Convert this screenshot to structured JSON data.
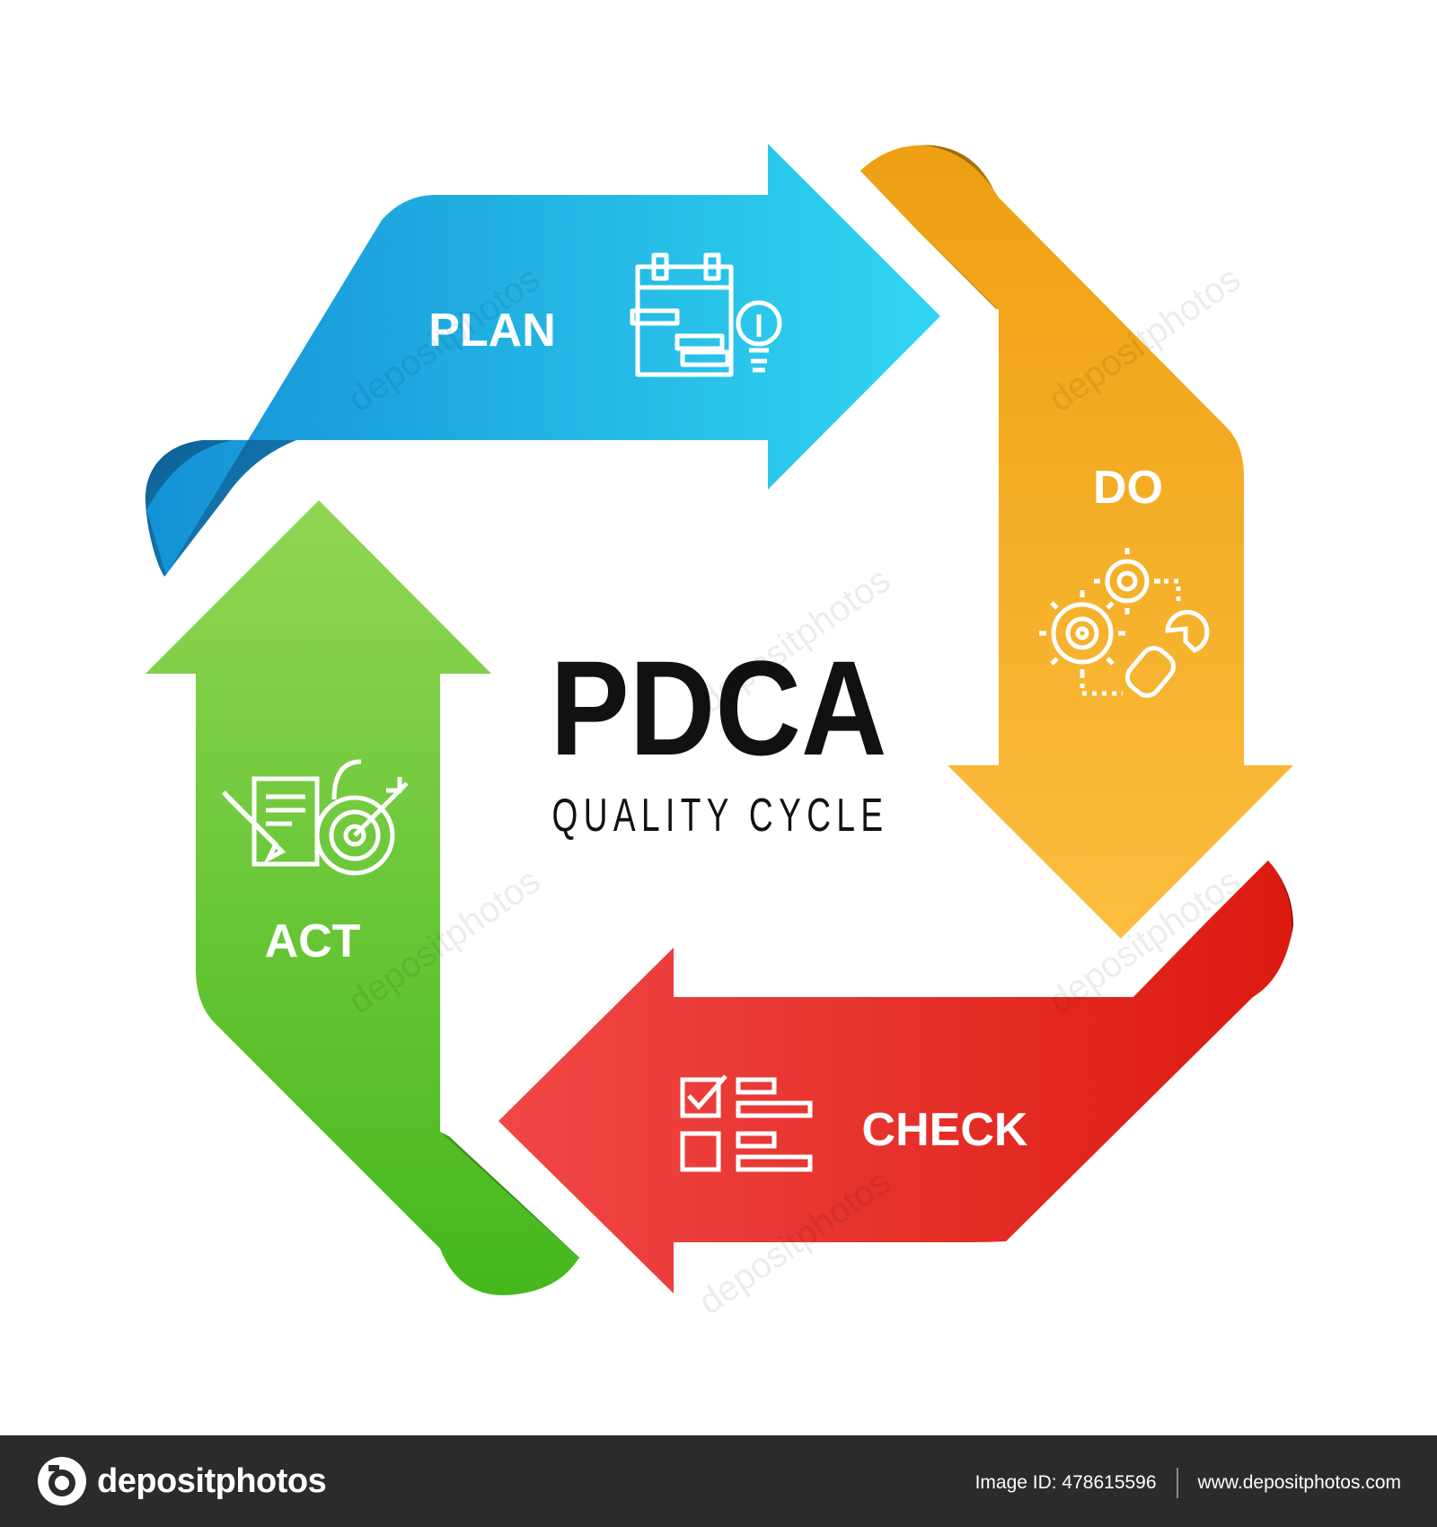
{
  "diagram": {
    "title": "PDCA",
    "subtitle": "QUALITY CYCLE",
    "steps": [
      {
        "label": "PLAN",
        "icon": "calendar-idea-icon",
        "color": "#1ab4e8"
      },
      {
        "label": "DO",
        "icon": "gears-wrench-icon",
        "color": "#f5b225"
      },
      {
        "label": "CHECK",
        "icon": "checklist-icon",
        "color": "#e63b33"
      },
      {
        "label": "ACT",
        "icon": "target-plan-icon",
        "color": "#62c93a"
      }
    ],
    "watermark": "depositphotos"
  },
  "footer": {
    "brand": "depositphotos",
    "image_id": "Image ID: 478615596",
    "site": "www.depositphotos.com"
  }
}
